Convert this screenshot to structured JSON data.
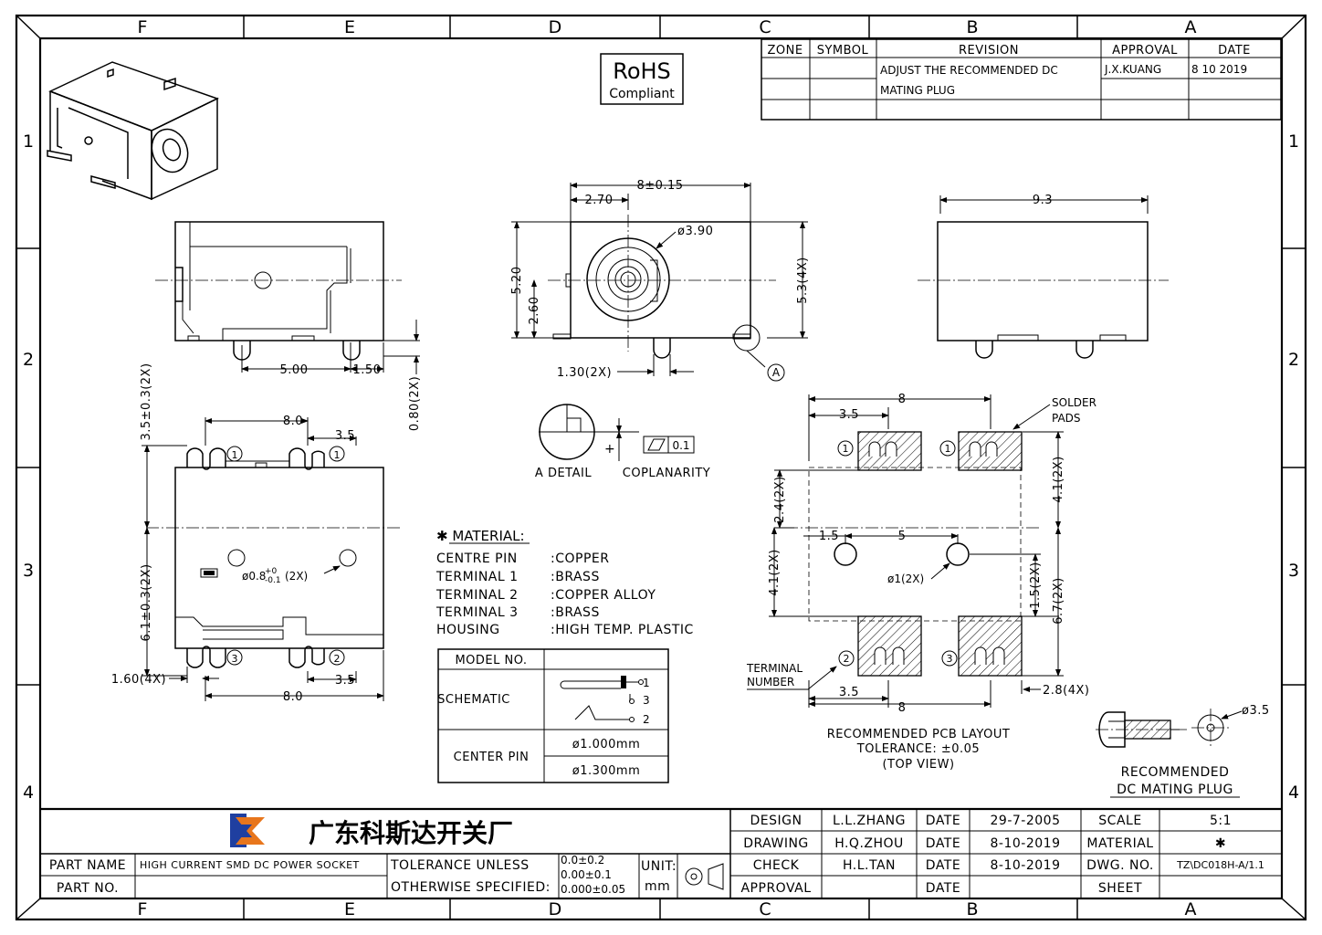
{
  "border": {
    "columns": [
      "F",
      "E",
      "D",
      "C",
      "B",
      "A"
    ],
    "rows": [
      "1",
      "2",
      "3",
      "4"
    ]
  },
  "revision": {
    "headers": [
      "ZONE",
      "SYMBOL",
      "REVISION",
      "APPROVAL",
      "DATE"
    ],
    "line1": "ADJUST THE RECOMMENDED DC",
    "line2": "MATING PLUG",
    "approval": "J.X.KUANG",
    "date": "8 10 2019"
  },
  "rohs": {
    "line1": "RoHS",
    "line2": "Compliant"
  },
  "dims": {
    "front_width": "8±0.15",
    "front_offset": "2.70",
    "hole_dia": "ø3.90",
    "height": "5.20",
    "center_height": "2.60",
    "side_height": "5.3(4X)",
    "pin_width": "1.30(2X)",
    "detail_ref": "A",
    "right_len": "9.3",
    "left_500": "5.00",
    "left_150": "1.50",
    "left_080": "0.80(2X)",
    "bot_35a": "3.5±0.3(2X)",
    "bot_80a": "8.0",
    "bot_35b": "3.5",
    "bot_61": "6.1±0.3(2X)",
    "bot_hole_pre": "ø0.8",
    "bot_hole_sup": "+0",
    "bot_hole_sub": "-0.1",
    "bot_hole_post": "(2X)",
    "bot_160": "1.60(4X)",
    "bot_35c": "3.5",
    "bot_80b": "8.0",
    "circ1": "1",
    "circ2": "2",
    "circ3": "3"
  },
  "detail": {
    "label": "A DETAIL",
    "coplanarity": "COPLANARITY",
    "tol": "0.1"
  },
  "material": {
    "title": "✱ MATERIAL:",
    "items": [
      {
        "name": "CENTRE PIN",
        "value": ":COPPER"
      },
      {
        "name": "TERMINAL 1",
        "value": ":BRASS"
      },
      {
        "name": "TERMINAL 2",
        "value": ":COPPER ALLOY"
      },
      {
        "name": "TERMINAL 3",
        "value": ":BRASS"
      },
      {
        "name": "HOUSING",
        "value": ":HIGH TEMP. PLASTIC"
      }
    ]
  },
  "model_table": {
    "model_no": "MODEL NO.",
    "schematic": "SCHEMATIC",
    "center_pin": "CENTER PIN",
    "pin_a": "ø1.000mm",
    "pin_b": "ø1.300mm",
    "s1": "1",
    "s2": "2",
    "s3": "3"
  },
  "pcb": {
    "w8": "8",
    "w35": "3.5",
    "solder_pads": "SOLDER",
    "solder_pads2": "PADS",
    "d24": "2.4(2X)",
    "d41": "4.1(2X)",
    "d15": "1.5",
    "d5": "5",
    "hole": "ø1(2X)",
    "d4": "4.1(2X)",
    "d15b": "1.5(2X)",
    "d67": "6.7(2X)",
    "term1": "TERMINAL",
    "term2": "NUMBER",
    "b35": "3.5",
    "b8": "8",
    "b28": "2.8(4X)",
    "cap1": "RECOMMENDED PCB LAYOUT",
    "cap2": "TOLERANCE: ±0.05",
    "cap3": "(TOP VIEW)"
  },
  "plug": {
    "dia": "ø3.5",
    "cap1": "RECOMMENDED",
    "cap2": "DC MATING PLUG"
  },
  "title_block": {
    "company": "广东科斯达开关厂",
    "part_name_label": "PART NAME",
    "part_name": "HIGH CURRENT SMD DC POWER SOCKET",
    "part_no_label": "PART NO.",
    "tol1": "TOLERANCE UNLESS",
    "tol2": "OTHERWISE SPECIFIED:",
    "tolv1": "0.0±0.2",
    "tolv2": "0.00±0.1",
    "tolv3": "0.000±0.05",
    "unit_label": "UNIT:",
    "unit": "mm",
    "design": "DESIGN",
    "design_name": "L.L.ZHANG",
    "design_date": "29-7-2005",
    "drawing": "DRAWING",
    "drawing_name": "H.Q.ZHOU",
    "drawing_date": "8-10-2019",
    "check": "CHECK",
    "check_name": "H.L.TAN",
    "check_date": "8-10-2019",
    "approval": "APPROVAL",
    "date_label": "DATE",
    "scale_label": "SCALE",
    "scale": "5:1",
    "material_label": "MATERIAL",
    "material": "✱",
    "dwg_label": "DWG. NO.",
    "dwg": "TZ\\DC018H-A/1.1",
    "sheet_label": "SHEET"
  }
}
